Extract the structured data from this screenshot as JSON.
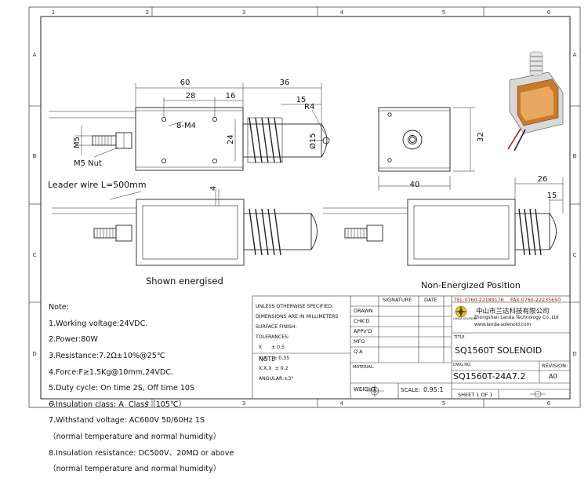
{
  "border": {
    "col_labels": [
      "1",
      "2",
      "3",
      "4",
      "5",
      "6"
    ],
    "row_labels": [
      "A",
      "B",
      "C",
      "D"
    ]
  },
  "dimensions": {
    "width_60": "60",
    "width_28": "28",
    "width_16": "16",
    "width_36": "36",
    "width_15": "15",
    "radius": "R4",
    "dia_15": "Ø15",
    "holes": "8-M4",
    "height_24": "24",
    "thread_m5": "M5",
    "m5_nut": "M5 Nut",
    "height_32": "32",
    "width_40": "40",
    "width_26": "26",
    "width_15b": "15",
    "gap_4": "4"
  },
  "labels": {
    "leader_wire": "Leader wire L=500mm",
    "shown_energised": "Shown energised",
    "non_energized": "Non-Energized Position"
  },
  "notes": {
    "title": "Note:",
    "lines": [
      "1.Working voltage:24VDC.",
      "2.Power:80W",
      "3.Resistance:7.2Ω±10%@25℃",
      "4.Force:F≥1.5Kg@10mm,24VDC.",
      "5.Duty cycle: On time 2S, Off time 10S",
      "6.Insulation class: A  Class（105℃）",
      "7.Withstand voltage: AC600V 50/60Hz 1S",
      "（normal temperature and normal humidity）",
      "8.Insulation resistance: DC500V、20MΩ or above",
      "（normal temperature and normal humidity）"
    ]
  },
  "tolerances": {
    "lines": [
      "UNLESS OTHERWISE SPECIFIED:",
      "DIMENSIONS ARE IN MILLIMETERS",
      "SURFACE FINISH:",
      "TOLERANCES:",
      "  X      ± 0.5",
      "  X.X    ± 0.35",
      "  X.X.X  ± 0.2",
      "  ANGULAR:±3°"
    ],
    "note_label": "NOTE"
  },
  "approvals": {
    "header_signature": "SIGNATURE",
    "header_date": "DATE",
    "rows": [
      "DRAWN",
      "CHK'D",
      "APPV'D",
      "MFG",
      "Q.A"
    ],
    "material_label": "MATERIAL:",
    "weight_label": "WEIGHT:"
  },
  "company": {
    "tel": "TEL:0760-22189176",
    "fax": "FAX:0760-22235650",
    "name_cn": "中山市兰达科技有限公司",
    "name_en": "Zhongshan Landa Technology Co.,Ltd",
    "website": "www.landa-solenoid.com",
    "logo_text": "LANDA SOLENOID"
  },
  "title_block": {
    "title_label": "TITLE",
    "title": "SQ1560T SOLENOID",
    "dwg_no_label": "DWG.NO.",
    "dwg_no": "SQ1560T-24A7.2",
    "revision_label": "REVISION",
    "revision": "A0",
    "scale_label": "SCALE:",
    "scale": "0.95:1",
    "sheet": "SHEET 1 OF 1"
  }
}
